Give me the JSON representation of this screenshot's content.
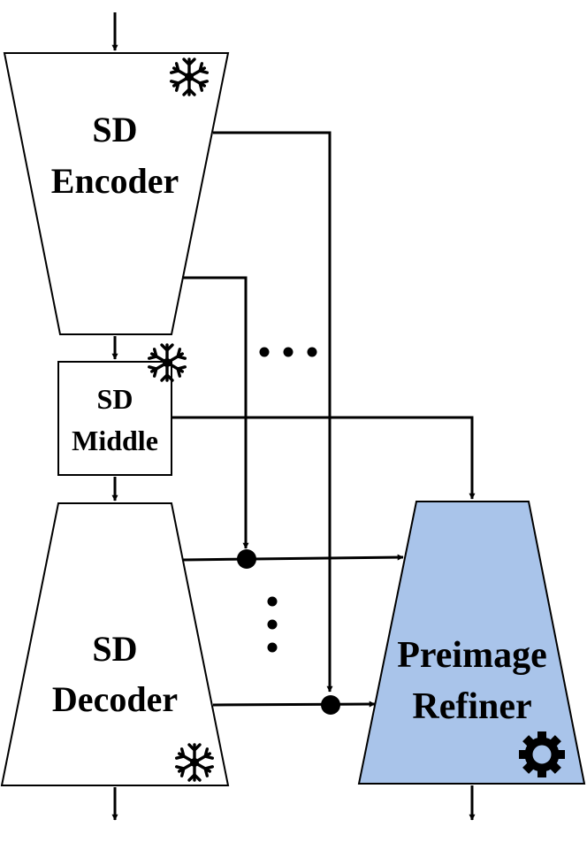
{
  "blocks": {
    "encoder": {
      "line1": "SD",
      "line2": "Encoder",
      "status_icon": "snowflake-icon"
    },
    "middle": {
      "line1": "SD",
      "line2": "Middle",
      "status_icon": "snowflake-icon"
    },
    "decoder": {
      "line1": "SD",
      "line2": "Decoder",
      "status_icon": "snowflake-icon"
    },
    "refiner": {
      "line1": "Preimage",
      "line2": "Refiner",
      "status_icon": "gear-icon",
      "fill": "#a9c4ea"
    }
  },
  "ellipsis": {
    "horizontal": "• • •",
    "vertical": "⋮"
  }
}
